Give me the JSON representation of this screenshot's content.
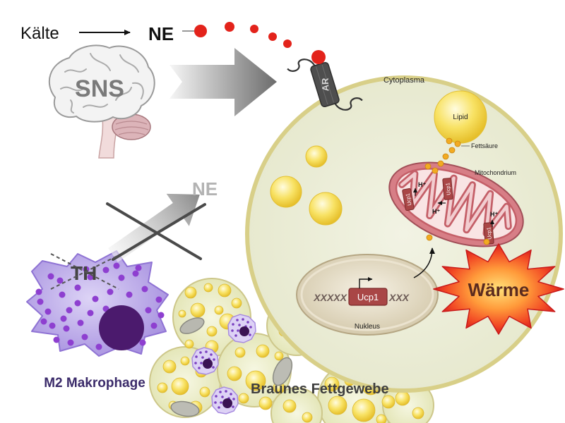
{
  "figure": {
    "cold_label": "Kälte",
    "ne_label": "NE",
    "brain_label": "SNS",
    "receptor_label": "AR",
    "cytoplasm_label": "Cytoplasma",
    "lipid_label": "Lipid",
    "fatty_acid_label": "Fettsäure",
    "mitochondrion": {
      "label": "Mitochondrium",
      "proton_labels": [
        "H⁺",
        "H⁺",
        "H⁺"
      ],
      "ucp1_labels": [
        "Ucp1",
        "Ucp1",
        "Ucp1"
      ]
    },
    "nucleus": {
      "label": "Nukleus",
      "dna_left": "XXXXX",
      "gene_label": "Ucp1",
      "dna_right": "XXX"
    },
    "heat_label": "Wärme",
    "blocked_ne_label": "NE",
    "th_label": "TH",
    "macrophage_label": "M2 Makrophage",
    "tissue_label": "Braunes Fettgewebe"
  },
  "colors": {
    "ne_dot": "#e3231b",
    "granule": "#8e3fd0",
    "macrophage_nucleus": "#4b1a6d",
    "ucp1": "#a94646"
  }
}
